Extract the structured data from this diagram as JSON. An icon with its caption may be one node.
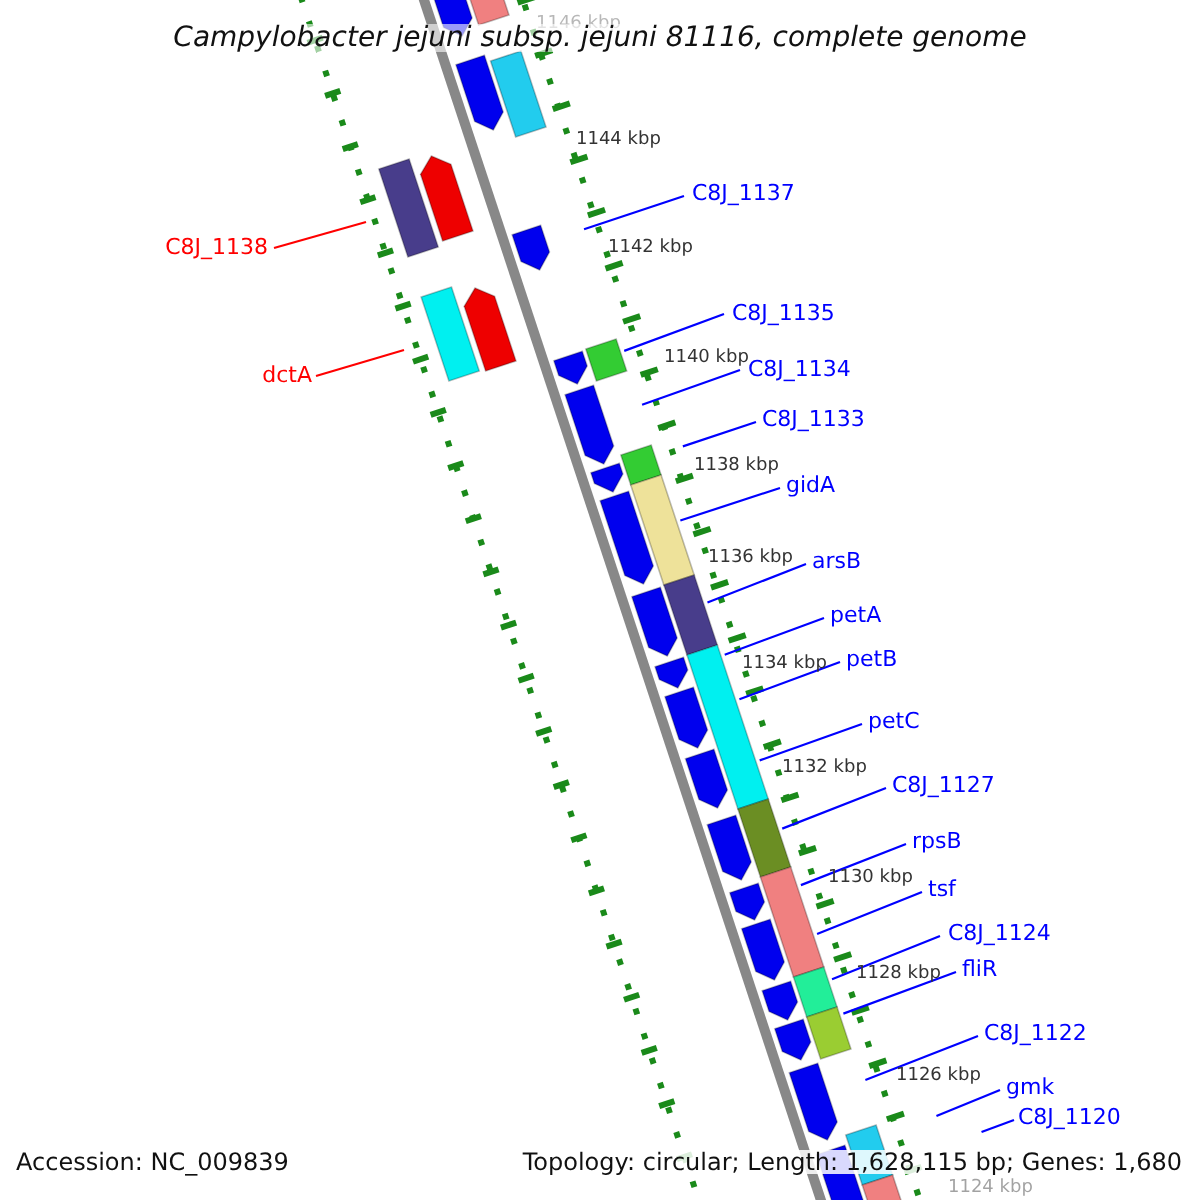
{
  "diagram": {
    "title": "Campylobacter jejuni subsp. jejuni 81116, complete genome",
    "nodes": [
      {
        "text": [
          "C8J_1138"
        ]
      },
      {
        "text": [
          "dctA"
        ]
      },
      {
        "text": [
          "C8J_1137"
        ]
      },
      {
        "text": [
          "C8J_1135"
        ]
      },
      {
        "text": [
          "C8J_1134"
        ]
      },
      {
        "text": [
          "C8J_1133"
        ]
      },
      {
        "text": [
          "gidA"
        ]
      },
      {
        "text": [
          "arsB"
        ]
      },
      {
        "text": [
          "petA"
        ]
      },
      {
        "text": [
          "petB"
        ]
      },
      {
        "text": [
          "petC"
        ]
      },
      {
        "text": [
          "C8J_1127"
        ]
      },
      {
        "text": [
          "rpsB"
        ]
      },
      {
        "text": [
          "tsf"
        ]
      },
      {
        "text": [
          "C8J_1124"
        ]
      },
      {
        "text": [
          "fliR"
        ]
      },
      {
        "text": [
          "C8J_1122"
        ]
      },
      {
        "text": [
          "gmk"
        ]
      },
      {
        "text": [
          "C8J_1120"
        ]
      }
    ],
    "edges": [
      {
        "from": 0,
        "to": null,
        "arrow": "none",
        "color": "#ff0000"
      },
      {
        "from": 1,
        "to": null,
        "arrow": "none",
        "color": "#ff0000"
      },
      {
        "from": 2,
        "to": null,
        "arrow": "none"
      },
      {
        "from": 3,
        "to": null,
        "arrow": "none"
      },
      {
        "from": 4,
        "to": null,
        "arrow": "none"
      },
      {
        "from": 5,
        "to": null,
        "arrow": "none"
      },
      {
        "from": 6,
        "to": null,
        "arrow": "none"
      },
      {
        "from": 7,
        "to": null,
        "arrow": "none"
      },
      {
        "from": 8,
        "to": null,
        "arrow": "none"
      },
      {
        "from": 9,
        "to": null,
        "arrow": "none"
      },
      {
        "from": 10,
        "to": null,
        "arrow": "none"
      },
      {
        "from": 11,
        "to": null,
        "arrow": "none"
      },
      {
        "from": 12,
        "to": null,
        "arrow": "none"
      },
      {
        "from": 13,
        "to": null,
        "arrow": "none"
      },
      {
        "from": 14,
        "to": null,
        "arrow": "none"
      },
      {
        "from": 15,
        "to": null,
        "arrow": "none"
      },
      {
        "from": 16,
        "to": null,
        "arrow": "none"
      },
      {
        "from": 17,
        "to": null,
        "arrow": "none"
      },
      {
        "from": 18,
        "to": null,
        "arrow": "none"
      }
    ],
    "labels": [
      "1146 kbp",
      "1144 kbp",
      "1142 kbp",
      "1140 kbp",
      "1138 kbp",
      "1136 kbp",
      "1134 kbp",
      "1132 kbp",
      "1130 kbp",
      "1128 kbp",
      "1126 kbp",
      "1124 kbp",
      "Accession: NC_009839",
      "Topology: circular; Length: 1,628,115 bp; Genes: 1,680"
    ]
  }
}
